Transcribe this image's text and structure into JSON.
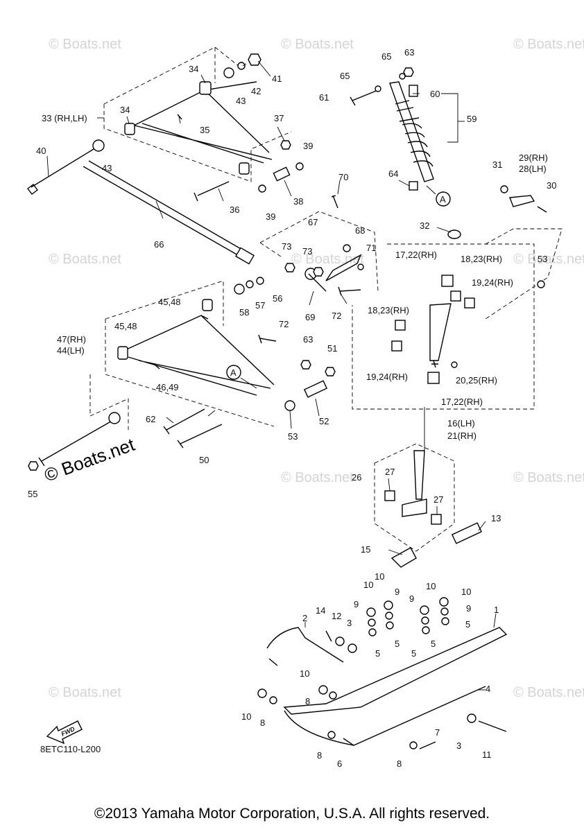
{
  "watermark": "© Boats.net",
  "diagram_code": "8ETC110-L200",
  "fwd_label": "FWD",
  "copyright": "©2013 Yamaha Motor Corporation, U.S.A. All rights reserved.",
  "callouts": {
    "c1": "1",
    "c2": "2",
    "c3a": "3",
    "c3b": "3",
    "c4": "4",
    "c5a": "5",
    "c5b": "5",
    "c5c": "5",
    "c5d": "5",
    "c5e": "5",
    "c6": "6",
    "c7": "7",
    "c8a": "8",
    "c8b": "8",
    "c8c": "8",
    "c8d": "8",
    "c9a": "9",
    "c9b": "9",
    "c9c": "9",
    "c9d": "9",
    "c10a": "10",
    "c10b": "10",
    "c10c": "10",
    "c10d": "10",
    "c10e": "10",
    "c10f": "10",
    "c11": "11",
    "c12": "12",
    "c13": "13",
    "c14": "14",
    "c15": "15",
    "c16_21a": "16(LH)",
    "c16_21b": "21(RH)",
    "c17_22a": "17,22(RH)",
    "c17_22b": "17,22(RH)",
    "c18_23a": "18,23(RH)",
    "c18_23b": "18,23(RH)",
    "c19_24a": "19,24(RH)",
    "c19_24b": "19,24(RH)",
    "c20_25": "20,25(RH)",
    "c26": "26",
    "c27a": "27",
    "c27b": "27",
    "c29": "29(RH)",
    "c28": "28(LH)",
    "c30": "30",
    "c31": "31",
    "c32": "32",
    "c33": "33 (RH,LH)",
    "c34a": "34",
    "c34b": "34",
    "c35": "35",
    "c36": "36",
    "c37": "37",
    "c38": "38",
    "c39a": "39",
    "c39b": "39",
    "c40": "40",
    "c41": "41",
    "c42": "42",
    "c43a": "43",
    "c43b": "43",
    "c45_48a": "45,48",
    "c45_48b": "45,48",
    "c47": "47(RH)",
    "c44": "44(LH)",
    "c46_49": "46,49",
    "c50": "50",
    "c51": "51",
    "c52": "52",
    "c53a": "53",
    "c53b": "53",
    "c55": "55",
    "c56": "56",
    "c57": "57",
    "c58": "58",
    "c59": "59",
    "c60": "60",
    "c61": "61",
    "c62": "62",
    "c63a": "63",
    "c63b": "63",
    "c64": "64",
    "c65a": "65",
    "c65b": "65",
    "c66": "66",
    "c67": "67",
    "c68": "68",
    "c69": "69",
    "c70": "70",
    "c71": "71",
    "c72a": "72",
    "c72b": "72",
    "c73a": "73",
    "c73b": "73",
    "refA1": "A",
    "refA2": "A"
  }
}
